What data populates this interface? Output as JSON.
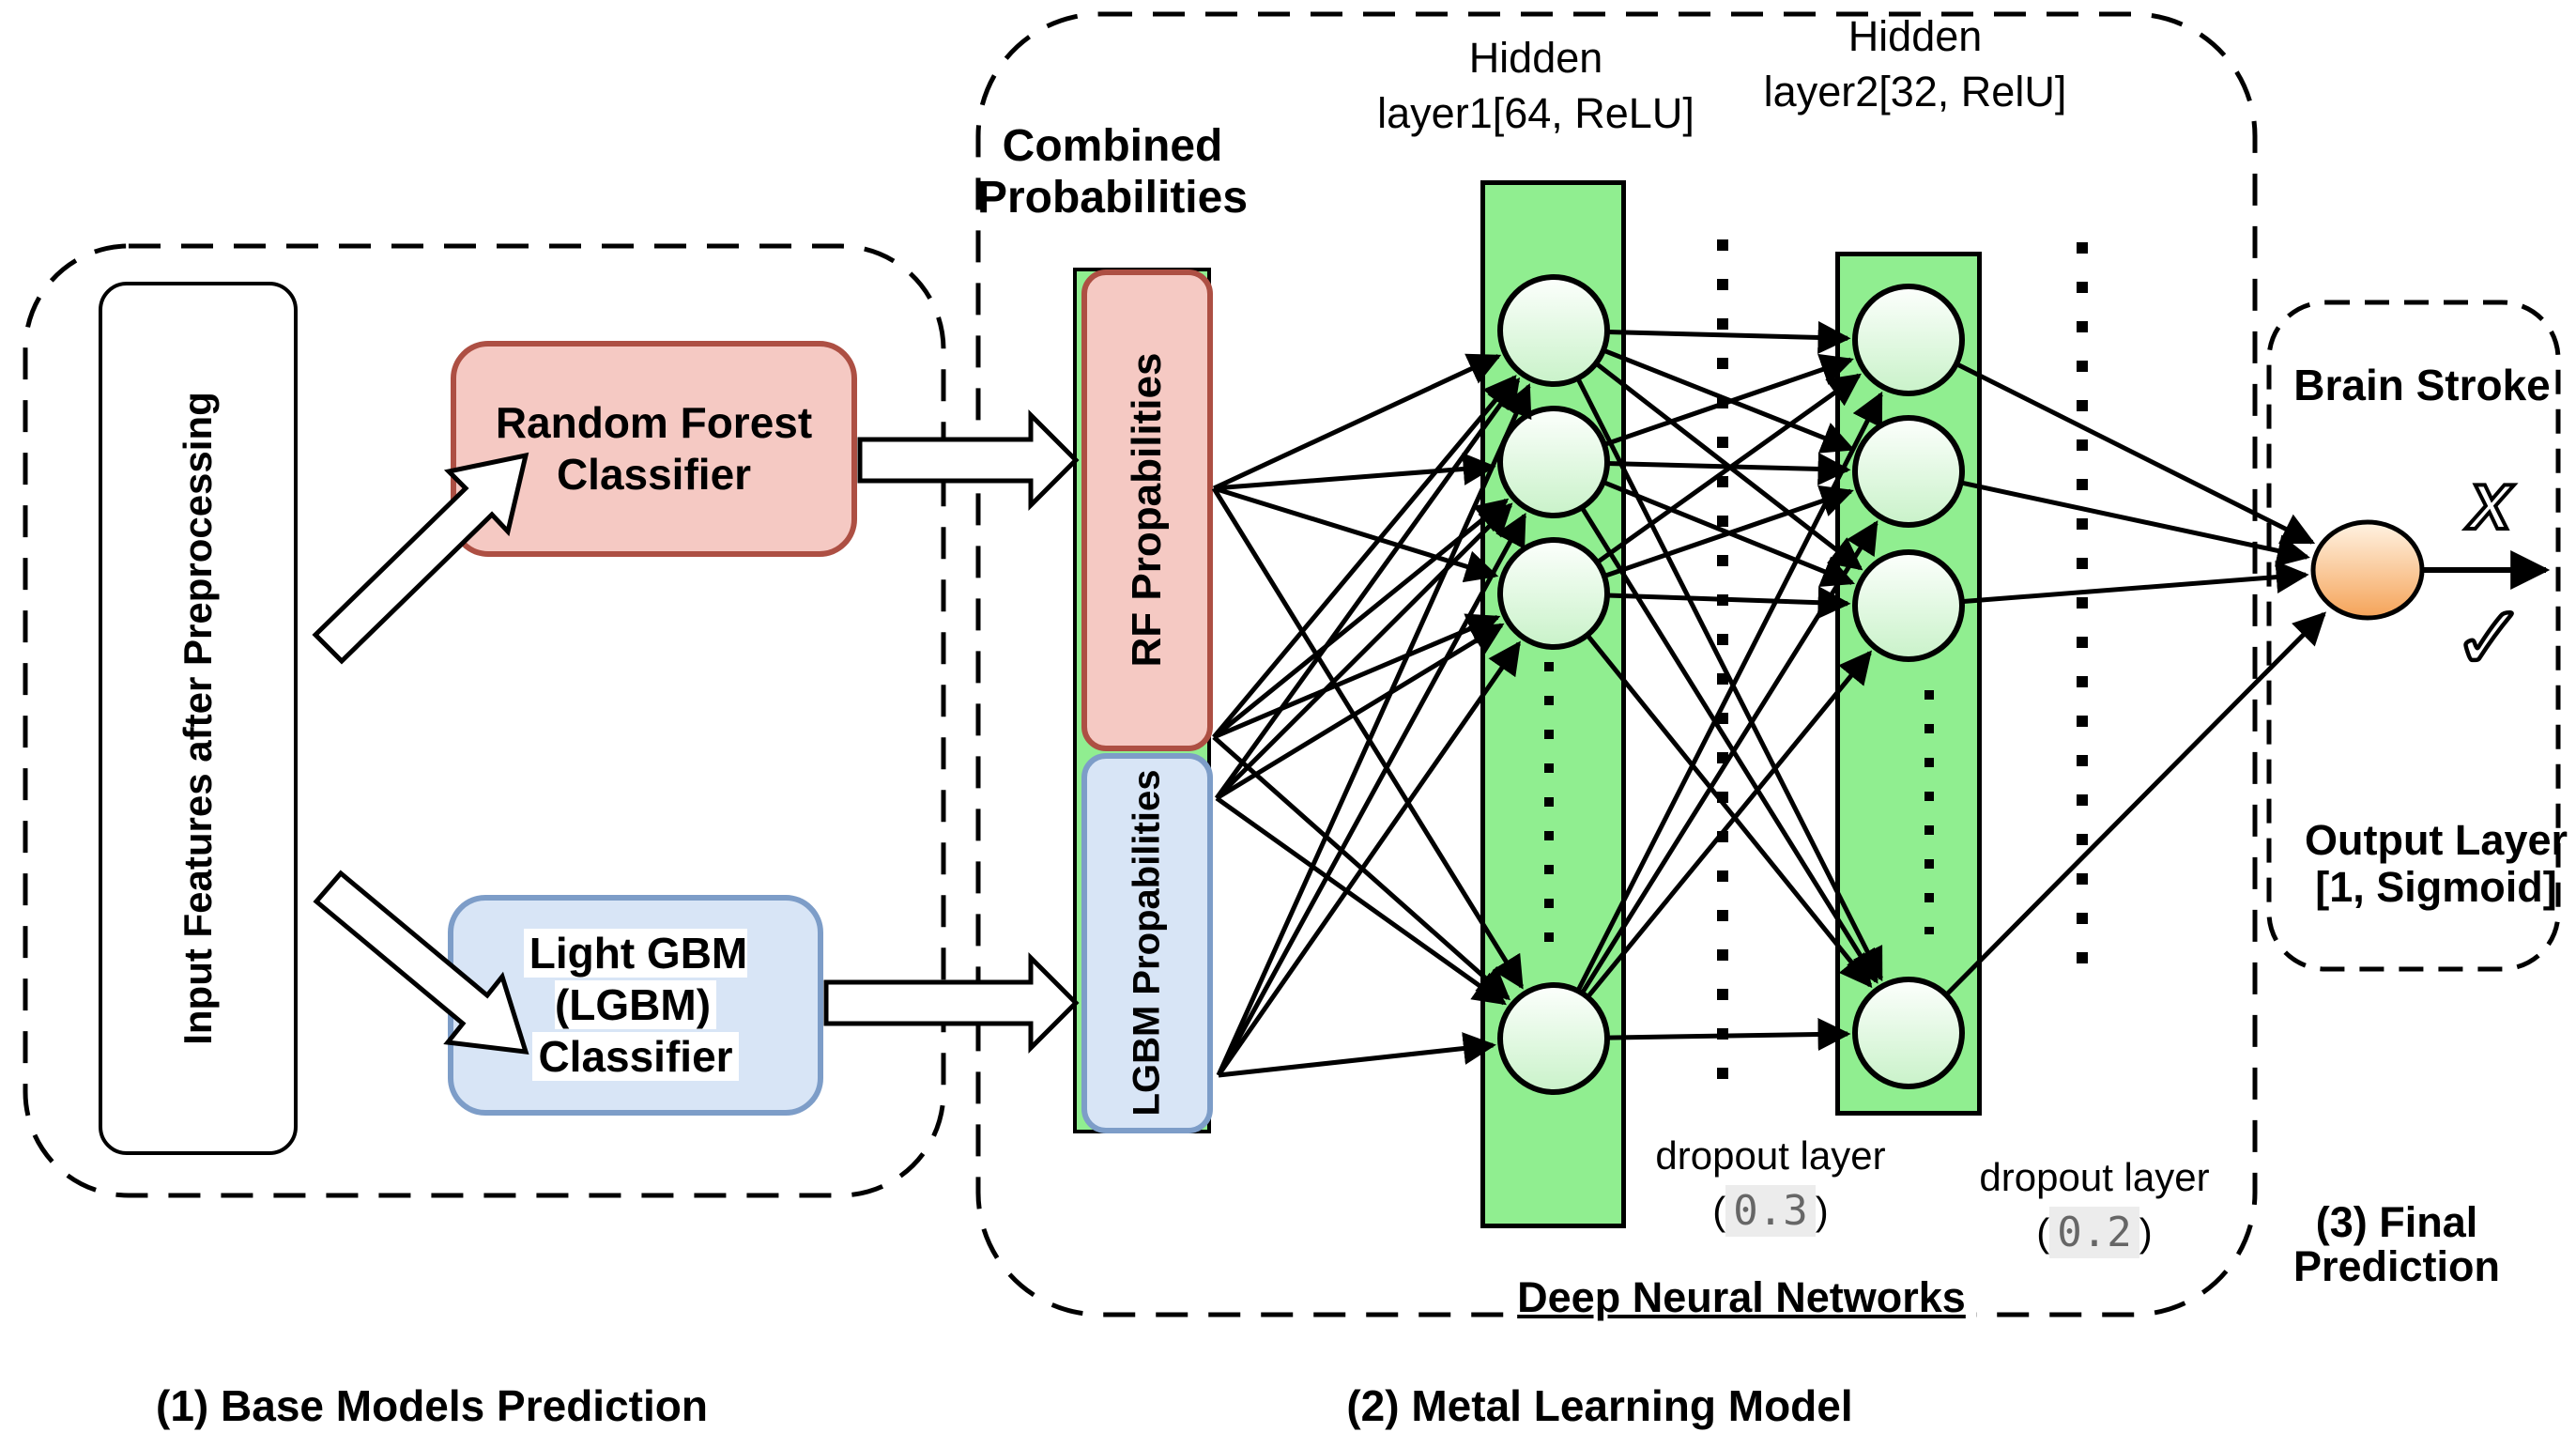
{
  "diagram": {
    "section1": {
      "caption": "(1) Base Models Prediction",
      "input_box": "Input Features after Preprocessing",
      "rf_box_line1": "Random Forest",
      "rf_box_line2": "Classifier",
      "lgbm_box_line1": "Light GBM  (LGBM)",
      "lgbm_box_line2": "Classifier"
    },
    "section2": {
      "caption": "(2) Metal Learning Model",
      "combined_label_line1": "Combined",
      "combined_label_line2": "Probabilities",
      "rf_prob_label": "RF Propabilities",
      "lgbm_prob_label": "LGBM Propabilities",
      "hidden1_line1": "Hidden",
      "hidden1_line2": "layer1[64, ReLU]",
      "hidden2_line1": "Hidden",
      "hidden2_line2": "layer2[32, RelU]",
      "dropout1_label": "dropout layer",
      "dropout1_rate": "0.3",
      "dropout2_label": "dropout layer",
      "dropout2_rate": "0.2",
      "paren_open": "(",
      "paren_close": ")",
      "dnn_label": "Deep Neural Networks"
    },
    "section3": {
      "caption_line1": "(3) Final",
      "caption_line2": "Prediction",
      "title": "Brain Stroke",
      "output_label_line1": "Output Layer",
      "output_label_line2": "[1, Sigmoid]",
      "icons": {
        "x_mark": "X",
        "check_mark": "✓"
      }
    },
    "colors": {
      "pink-fill": "#f5c9c3",
      "pink-border": "#ad4f43",
      "blue-fill": "#d8e5f6",
      "blue-border": "#7d9dc8",
      "green": "#90ee90",
      "orange": "#f5a358",
      "rate-gray": "#666666",
      "rate-bg": "#ececec"
    }
  }
}
